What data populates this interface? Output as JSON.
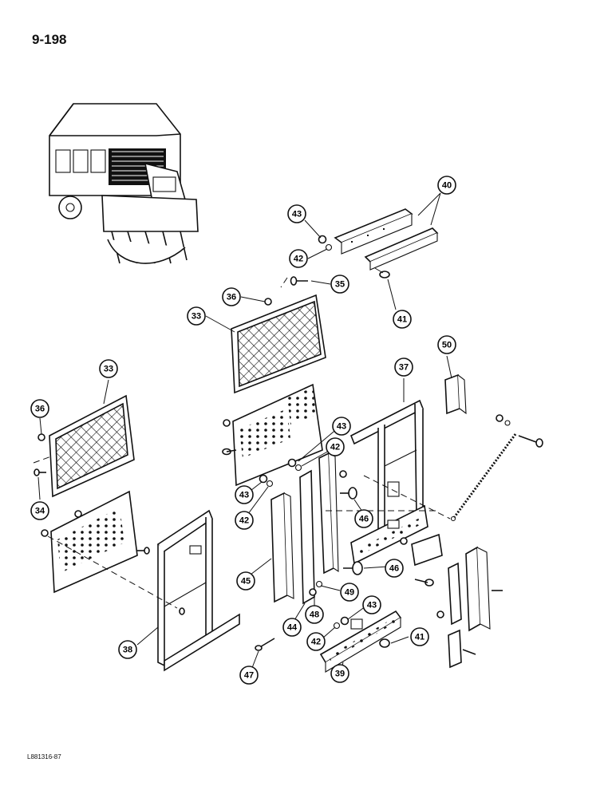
{
  "header": {
    "page_number": "9-198"
  },
  "footer": {
    "drawing_code": "L881316-87"
  },
  "callouts": [
    {
      "id": "c40a",
      "label": "40"
    },
    {
      "id": "c43a",
      "label": "43"
    },
    {
      "id": "c42a",
      "label": "42"
    },
    {
      "id": "c35",
      "label": "35"
    },
    {
      "id": "c41a",
      "label": "41"
    },
    {
      "id": "c36a",
      "label": "36"
    },
    {
      "id": "c33a",
      "label": "33"
    },
    {
      "id": "c50",
      "label": "50"
    },
    {
      "id": "c37",
      "label": "37"
    },
    {
      "id": "c33b",
      "label": "33"
    },
    {
      "id": "c36b",
      "label": "36"
    },
    {
      "id": "c43b",
      "label": "43"
    },
    {
      "id": "c42b",
      "label": "42"
    },
    {
      "id": "c34",
      "label": "34"
    },
    {
      "id": "c43c",
      "label": "43"
    },
    {
      "id": "c42c",
      "label": "42"
    },
    {
      "id": "c46a",
      "label": "46"
    },
    {
      "id": "c45",
      "label": "45"
    },
    {
      "id": "c46b",
      "label": "46"
    },
    {
      "id": "c49",
      "label": "49"
    },
    {
      "id": "c43d",
      "label": "43"
    },
    {
      "id": "c48",
      "label": "48"
    },
    {
      "id": "c44",
      "label": "44"
    },
    {
      "id": "c42d",
      "label": "42"
    },
    {
      "id": "c41b",
      "label": "41"
    },
    {
      "id": "c38",
      "label": "38"
    },
    {
      "id": "c47",
      "label": "47"
    },
    {
      "id": "c39",
      "label": "39"
    }
  ]
}
